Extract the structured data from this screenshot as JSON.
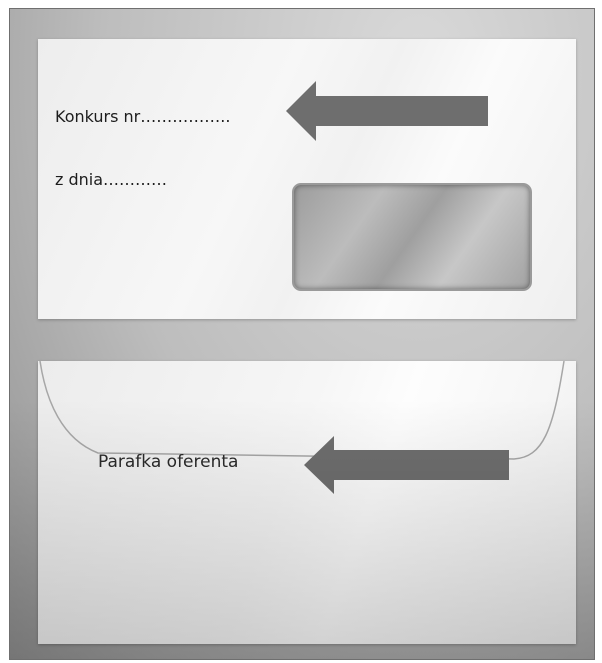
{
  "front_envelope": {
    "address_lines": [
      "Konkurs nr……………..",
      "z dnia…………"
    ]
  },
  "back_envelope": {
    "label": "Parafka oferenta"
  },
  "colors": {
    "arrow": "#6e6e6e",
    "paper": "#f3f3f3",
    "background": "#bdbdbd"
  }
}
